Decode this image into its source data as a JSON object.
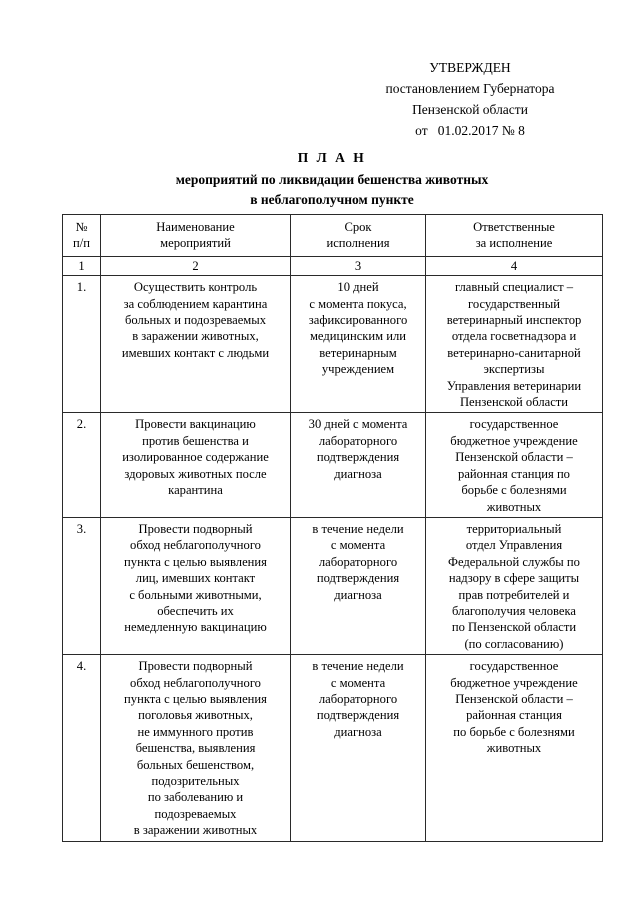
{
  "approval": {
    "lines": [
      "УТВЕРЖДЕН",
      "постановлением Губернатора",
      "Пензенской области",
      "от   01.02.2017 № 8"
    ]
  },
  "title": {
    "main": "П Л А Н",
    "subtitle_line1": "мероприятий по ликвидации бешенства животных",
    "subtitle_line2": "в неблагополучном пункте"
  },
  "table": {
    "headers": [
      {
        "line1": "№",
        "line2": "п/п"
      },
      {
        "line1": "Наименование",
        "line2": "мероприятий"
      },
      {
        "line1": "Срок",
        "line2": "исполнения"
      },
      {
        "line1": "Ответственные",
        "line2": "за исполнение"
      }
    ],
    "column_numbers": [
      "1",
      "2",
      "3",
      "4"
    ],
    "rows": [
      {
        "num": "1.",
        "measure": [
          "Осуществить контроль",
          "за соблюдением карантина",
          "больных и подозреваемых",
          "в заражении животных,",
          "имевших контакт с людьми"
        ],
        "term": [
          "10 дней",
          "с момента покуса,",
          "зафиксированного",
          "медицинским или",
          "ветеринарным",
          "учреждением"
        ],
        "responsible": [
          "главный специалист –",
          "государственный",
          "ветеринарный инспектор",
          "отдела госветнадзора и",
          "ветеринарно-санитарной",
          "экспертизы",
          "Управления ветеринарии",
          "Пензенской области"
        ]
      },
      {
        "num": "2.",
        "measure": [
          "Провести вакцинацию",
          "против бешенства и",
          "изолированное содержание",
          "здоровых животных после",
          "карантина"
        ],
        "term": [
          "30 дней с момента",
          "лабораторного",
          "подтверждения",
          "диагноза"
        ],
        "responsible": [
          "государственное",
          "бюджетное учреждение",
          "Пензенской области –",
          "районная станция по",
          "борьбе с болезнями",
          "животных"
        ]
      },
      {
        "num": "3.",
        "measure": [
          "Провести подворный",
          "обход неблагополучного",
          "пункта с целью выявления",
          "лиц, имевших контакт",
          "с больными животными,",
          "обеспечить их",
          "немедленную вакцинацию"
        ],
        "term": [
          "в течение недели",
          "с момента",
          "лабораторного",
          "подтверждения",
          "диагноза"
        ],
        "responsible": [
          "территориальный",
          "отдел Управления",
          "Федеральной службы по",
          "надзору в сфере защиты",
          "прав потребителей и",
          "благополучия человека",
          "по Пензенской области",
          "(по согласованию)"
        ]
      },
      {
        "num": "4.",
        "measure": [
          "Провести подворный",
          "обход неблагополучного",
          "пункта с целью выявления",
          "поголовья животных,",
          "не иммунного против",
          "бешенства, выявления",
          "больных бешенством,",
          "подозрительных",
          "по заболеванию и",
          "подозреваемых",
          "в заражении животных"
        ],
        "term": [
          "в течение недели",
          "с момента",
          "лабораторного",
          "подтверждения",
          "диагноза"
        ],
        "responsible": [
          "государственное",
          "бюджетное учреждение",
          "Пензенской области –",
          "районная станция",
          "по борьбе с болезнями",
          "животных"
        ]
      }
    ]
  }
}
